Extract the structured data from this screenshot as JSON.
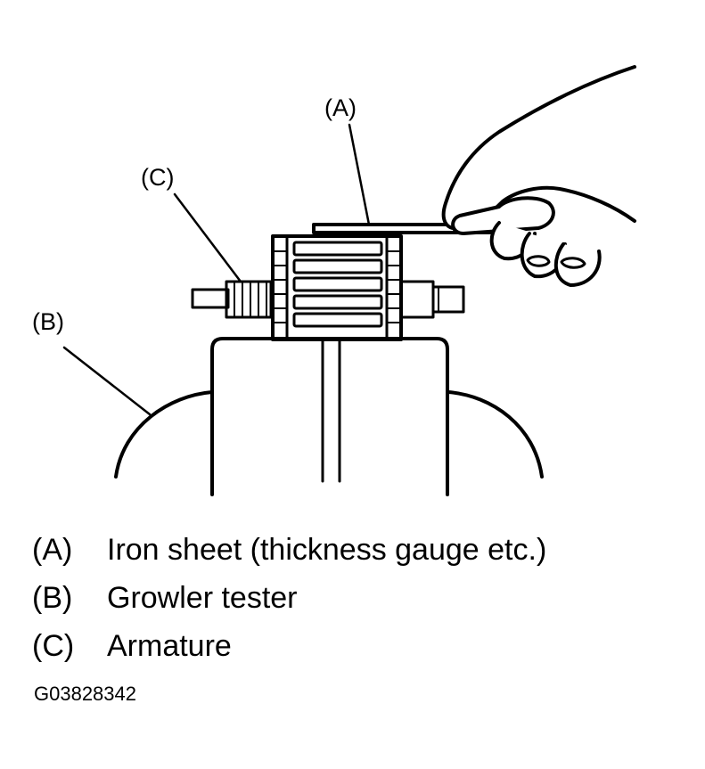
{
  "callouts": {
    "a": "(A)",
    "b": "(B)",
    "c": "(C)"
  },
  "legend": [
    {
      "key": "(A)",
      "text": "Iron sheet (thickness gauge etc.)"
    },
    {
      "key": "(B)",
      "text": "Growler tester"
    },
    {
      "key": "(C)",
      "text": "Armature"
    }
  ],
  "figure_id": "G03828342",
  "colors": {
    "ink": "#000000",
    "paper": "#ffffff"
  }
}
